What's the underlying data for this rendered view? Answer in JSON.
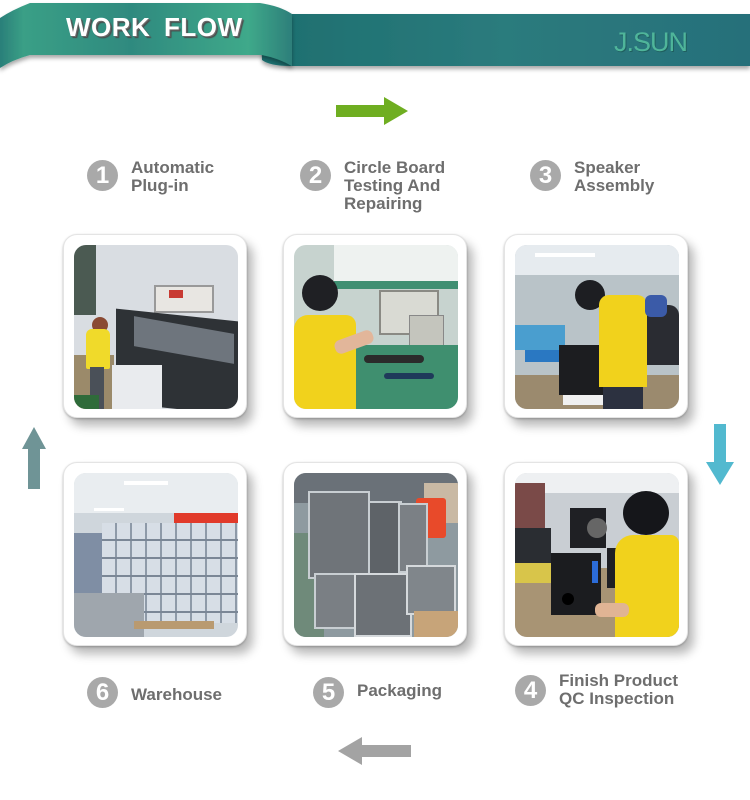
{
  "banner": {
    "title": "WORK FLOW",
    "brand": "J.SUN",
    "colors": {
      "ribbon_light": "#3fa588",
      "ribbon_dark": "#1f6f70",
      "brand_text": "#4fb59a"
    }
  },
  "arrows": {
    "top": {
      "direction": "right",
      "color": "#6fae21"
    },
    "right": {
      "direction": "down",
      "color": "#52b9cf"
    },
    "bottom": {
      "direction": "left",
      "color": "#a3a3a3"
    },
    "left": {
      "direction": "up",
      "color": "#6f9496"
    }
  },
  "steps": [
    {
      "number": "1",
      "label": "Automatic\nPlug-in",
      "photo": "worker operating automatic plug-in machine"
    },
    {
      "number": "2",
      "label": "Circle Board\nTesting And\nRepairing",
      "photo": "technician testing circuit board with oscilloscope"
    },
    {
      "number": "3",
      "label": "Speaker\nAssembly",
      "photo": "worker assembling speaker cabinet on production line"
    },
    {
      "number": "4",
      "label": "Finish Product\nQC Inspection",
      "photo": "worker inspecting finished speaker"
    },
    {
      "number": "5",
      "label": "Packaging",
      "photo": "speakers wrapped in plastic on pallet"
    },
    {
      "number": "6",
      "label": "Warehouse",
      "photo": "stacked boxed products in warehouse"
    }
  ]
}
